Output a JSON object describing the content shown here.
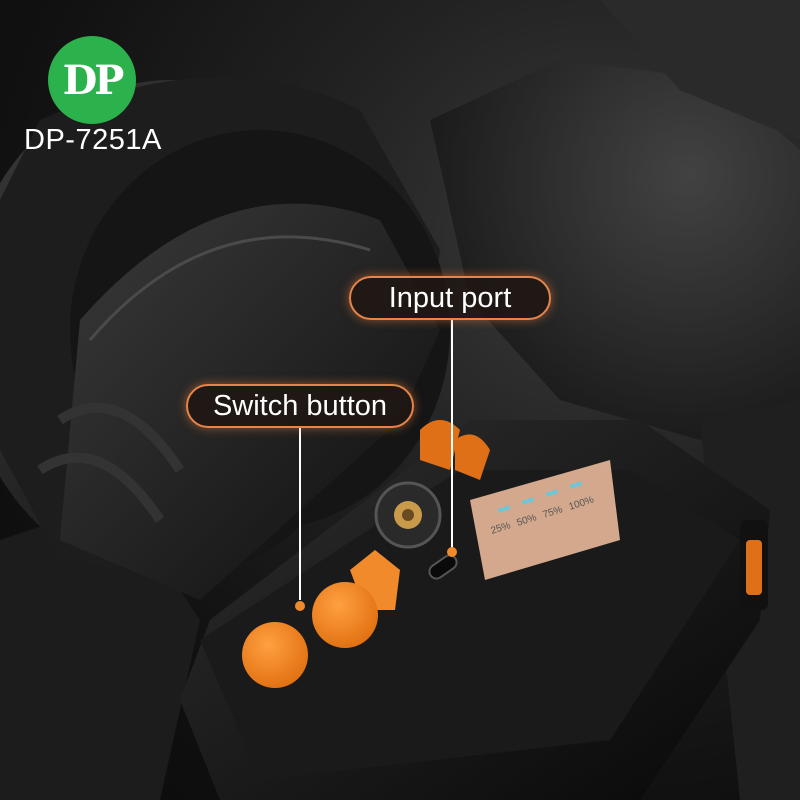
{
  "brand": {
    "logo_text": "DP",
    "model": "DP-7251A",
    "color": "#2bb24c"
  },
  "callouts": [
    {
      "label": "Input port"
    },
    {
      "label": "Switch button"
    }
  ],
  "battery_indicator": {
    "levels": [
      "25%",
      "50%",
      "75%",
      "100%"
    ],
    "color": "#6fc6d9"
  },
  "accent_color": "#f08a2b"
}
